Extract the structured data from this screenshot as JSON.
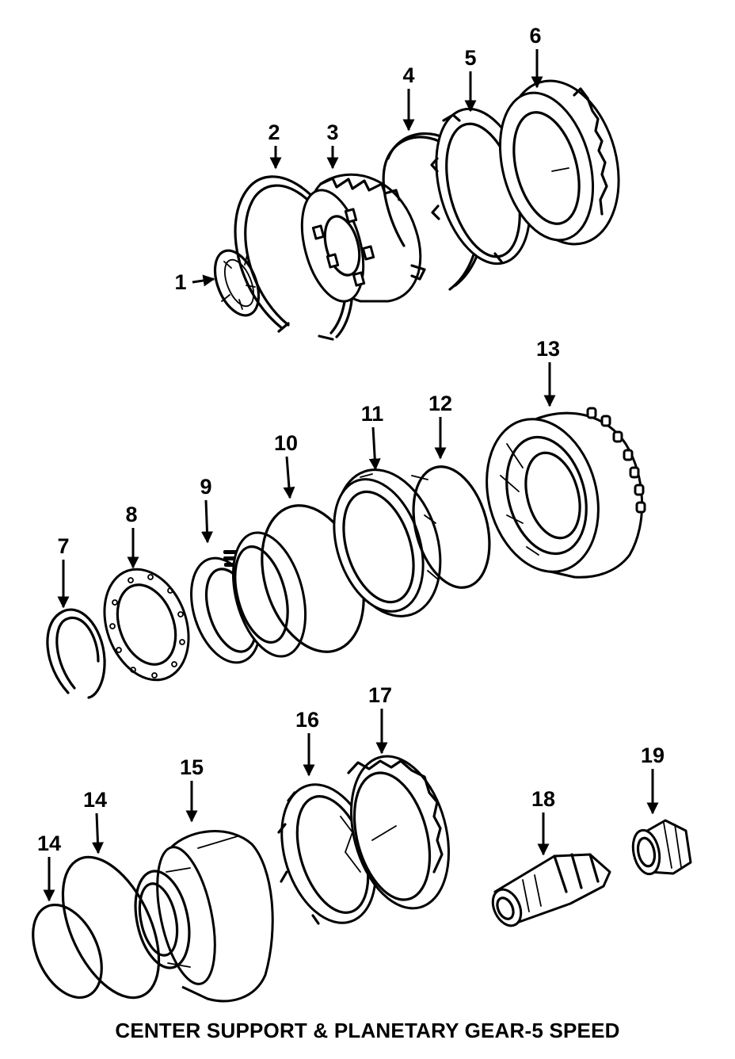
{
  "title": "CENTER SUPPORT & PLANETARY GEAR-5 SPEED",
  "callouts": [
    {
      "id": "c1",
      "label": "1"
    },
    {
      "id": "c2",
      "label": "2"
    },
    {
      "id": "c3",
      "label": "3"
    },
    {
      "id": "c4",
      "label": "4"
    },
    {
      "id": "c5",
      "label": "5"
    },
    {
      "id": "c6",
      "label": "6"
    },
    {
      "id": "c7",
      "label": "7"
    },
    {
      "id": "c8",
      "label": "8"
    },
    {
      "id": "c9",
      "label": "9"
    },
    {
      "id": "c10",
      "label": "10"
    },
    {
      "id": "c11",
      "label": "11"
    },
    {
      "id": "c12",
      "label": "12"
    },
    {
      "id": "c13",
      "label": "13"
    },
    {
      "id": "c14a",
      "label": "14"
    },
    {
      "id": "c14b",
      "label": "14"
    },
    {
      "id": "c15",
      "label": "15"
    },
    {
      "id": "c16",
      "label": "16"
    },
    {
      "id": "c17",
      "label": "17"
    },
    {
      "id": "c18",
      "label": "18"
    },
    {
      "id": "c19",
      "label": "19"
    }
  ]
}
